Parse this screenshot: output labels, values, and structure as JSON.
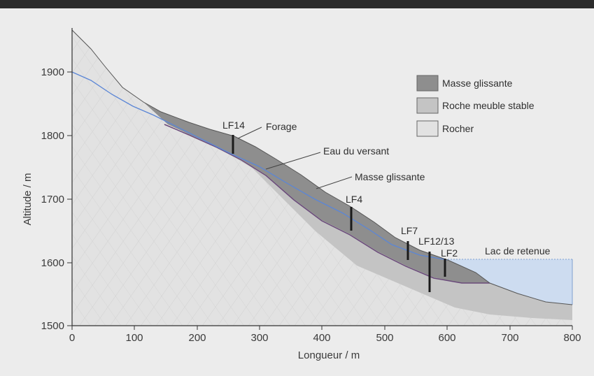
{
  "figure": {
    "xlabel": "Longueur / m",
    "ylabel": "Altitude / m",
    "x_ticks": [
      "0",
      "100",
      "200",
      "300",
      "400",
      "500",
      "600",
      "700",
      "800"
    ],
    "y_ticks": [
      "1500",
      "1600",
      "1700",
      "1800",
      "1900"
    ],
    "legend": [
      {
        "label": "Masse glissante",
        "color": "#8e8e8e"
      },
      {
        "label": "Roche meuble stable",
        "color": "#c4c4c4"
      },
      {
        "label": "Rocher",
        "color": "#e2e2e2"
      }
    ],
    "annotations": {
      "forage": "Forage",
      "eau": "Eau du versant",
      "masse": "Masse glissante",
      "lac": "Lac de retenue"
    },
    "boreholes": [
      "LF14",
      "LF4",
      "LF7",
      "LF12/13",
      "LF2"
    ],
    "colors": {
      "background": "#ececec",
      "topbar": "#2b2b2b",
      "sliding_mass": "#8e8e8e",
      "loose_rock": "#c4c4c4",
      "bedrock": "#e2e2e2",
      "water_line": "#5b86d6",
      "lake": "#cddcf0",
      "shear_line": "#6a4a7a"
    }
  }
}
